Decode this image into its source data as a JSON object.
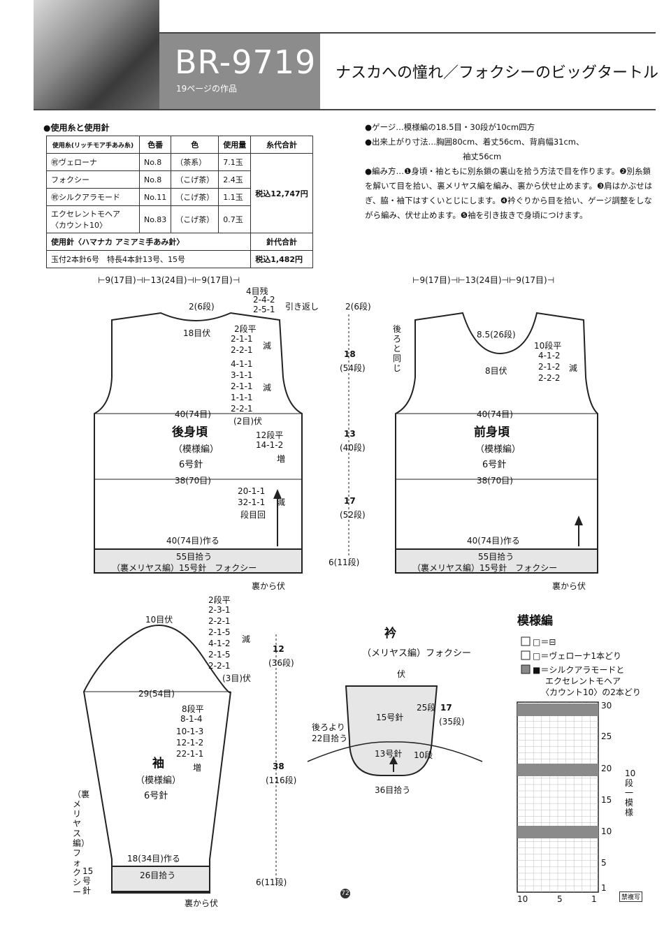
{
  "header": {
    "code": "BR-9719",
    "page_ref": "19ページの作品",
    "title": "ナスカへの憧れ／フォクシーのビッグタートル"
  },
  "materials": {
    "label": "●使用糸と使用針",
    "headers": [
      "使用糸(リッチモア手あみ糸)",
      "色番",
      "色",
      "使用量",
      "糸代合計"
    ],
    "rows": [
      [
        "㊗ヴェローナ",
        "No.8",
        "（茶系）",
        "7.1玉"
      ],
      [
        "フォクシー",
        "No.8",
        "（こげ茶）",
        "2.4玉"
      ],
      [
        "㊗シルクアラモード",
        "No.11",
        "（こげ茶）",
        "1.1玉"
      ],
      [
        "エクセレントモヘア〈カウント10〉",
        "No.83",
        "（こげ茶）",
        "0.7玉"
      ]
    ],
    "yarn_total": "税込12,747円",
    "needle_header": "使用針〈ハマナカ アミアミ手あみ針〉",
    "needle_total_header": "針代合計",
    "needles": "玉付2本針6号　特長4本針13号、15号",
    "needle_total": "税込1,482円"
  },
  "info": {
    "gauge": "●ゲージ…模様編の18.5目・30段が10cm四方",
    "size1": "●出来上がり寸法…胸囲80cm、着丈56cm、背肩幅31cm、",
    "size2": "袖丈56cm",
    "method": "●編み方…❶身頃・袖ともに別糸鎖の裏山を拾う方法で目を作ります。❷別糸鎖を解いて目を拾い、裏メリヤス編を編み、裏から伏せ止めます。❸肩はかぶせはぎ、脇・袖下はすくいとじにします。❹衿ぐりから目を拾い、ゲージ調整をしながら編み、伏せ止めます。❺袖を引き抜きで身頃につけます。"
  },
  "back": {
    "title": "後身頃",
    "pattern": "（模様編）",
    "needle": "6号針",
    "top_dims": "⊢9(17目)⊣⊢13(24目)⊣⊢9(17目)⊣",
    "w40": "40(74目)",
    "w38": "38(70目)",
    "cast": "40(74目)作る",
    "pick": "55目拾う",
    "rib": "（裏メリヤス編）15号針　フォクシー",
    "bind": "裏から伏",
    "neck_bind": "18目伏",
    "neck_rows": "2(6段)",
    "shoulder": [
      "4目残",
      "2-4-2",
      "2-5-1"
    ],
    "short_row": "引き返し",
    "neck_dec": [
      "2段平",
      "2-1-1",
      "2-2-1"
    ],
    "dec1": "減",
    "arm_dec": [
      "4-1-1",
      "3-1-1",
      "2-1-1",
      "1-1-1",
      "2-2-1"
    ],
    "dec2": "減",
    "arm_bind": "(2目)伏",
    "inc": [
      "12段平",
      "14-1-2"
    ],
    "inc_lbl": "増",
    "dec_side": [
      "20-1-1",
      "32-1-1",
      "段目回"
    ],
    "dec3": "減"
  },
  "mid_dims": {
    "d1": "2(6段)",
    "d2": "18",
    "d2r": "(54段)",
    "d3": "13",
    "d3r": "(40段)",
    "d4": "17",
    "d4r": "(52段)",
    "d5": "6(11段)"
  },
  "front": {
    "title": "前身頃",
    "pattern": "（模様編）",
    "needle": "6号針",
    "top_dims": "⊢9(17目)⊣⊢13(24目)⊣⊢9(17目)⊣",
    "neck_depth": "8.5(26段)",
    "neck_bind": "8目伏",
    "neck_dec": [
      "10段平",
      "4-1-2",
      "2-1-2",
      "2-2-2"
    ],
    "dec": "減",
    "same": "後ろと同じ",
    "w40": "40(74目)",
    "w38": "38(70目)",
    "cast": "40(74目)作る",
    "pick": "55目拾う",
    "rib": "（裏メリヤス編）15号針　フォクシー",
    "bind": "裏から伏"
  },
  "sleeve": {
    "title": "袖",
    "pattern": "（模様編）",
    "needle": "6号針",
    "top_bind": "10目伏",
    "cap": [
      "2段平",
      "2-3-1",
      "2-2-1",
      "2-1-5",
      "4-1-2",
      "2-1-5",
      "2-2-1"
    ],
    "cap_dec": "減",
    "cap_bind": "(3目)伏",
    "w29": "29(54目)",
    "inc": [
      "8段平",
      "8-1-4",
      "10-1-3",
      "12-1-2",
      "22-1-1"
    ],
    "inc_lbl": "増",
    "cast": "18(34目)作る",
    "pick": "26目拾う",
    "bind": "裏から伏",
    "rib_side": "（裏メリヤス編）フォクシー",
    "rib_needle": "15号針",
    "h12": "12",
    "h12r": "(36段)",
    "h38": "38",
    "h38r": "(116段)",
    "h6": "6(11段)"
  },
  "collar": {
    "title": "衿",
    "sub": "（メリヤス編）フォクシー",
    "fu": "伏",
    "n15": "15号針",
    "n13": "13号針",
    "r25": "25段",
    "r10": "10段",
    "h17": "17",
    "h17r": "(35段)",
    "from_back": "後ろより",
    "pick22": "22目拾う",
    "pick36": "36目拾う"
  },
  "chart": {
    "title": "模様編",
    "legend": [
      "□＝⊟",
      "□＝ヴェローナ1本どり",
      "■＝シルクアラモードと",
      "エクセレントモヘア",
      "〈カウント10〉の2本どり"
    ],
    "row_labels": [
      "30",
      "25",
      "20",
      "15",
      "10",
      "5",
      "1"
    ],
    "col_labels": [
      "10",
      "5",
      "1"
    ],
    "repeat": "10段一模様"
  },
  "footer": {
    "page": "72",
    "stamp": "禁複写"
  }
}
